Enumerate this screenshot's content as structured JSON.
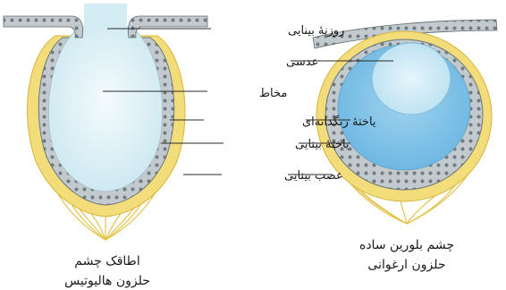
{
  "labels": {
    "aperture": "روزنهٔ بینایی",
    "lens": "عدسی",
    "mucus": "مخاط",
    "pigment_cell": "یاختهٔ رنگدانه‌ای",
    "visual_cell": "یاختهٔ بینایی",
    "optic_nerve": "عصب بینایی"
  },
  "captions": {
    "left_line1": "اطاقک چشم",
    "left_line2": "حلزون هالیوتیس",
    "right_line1": "چشم بلورین ساده",
    "right_line2": "حلزون ارغوانی"
  },
  "colors": {
    "nerve": "#e8c64a",
    "pigment": "#7d8a8f",
    "mucus": "#e6f4f8",
    "lens_outer": "#88c8ea",
    "lens_inner": "#d4ecf6",
    "epidermis": "#c9d0d2"
  }
}
